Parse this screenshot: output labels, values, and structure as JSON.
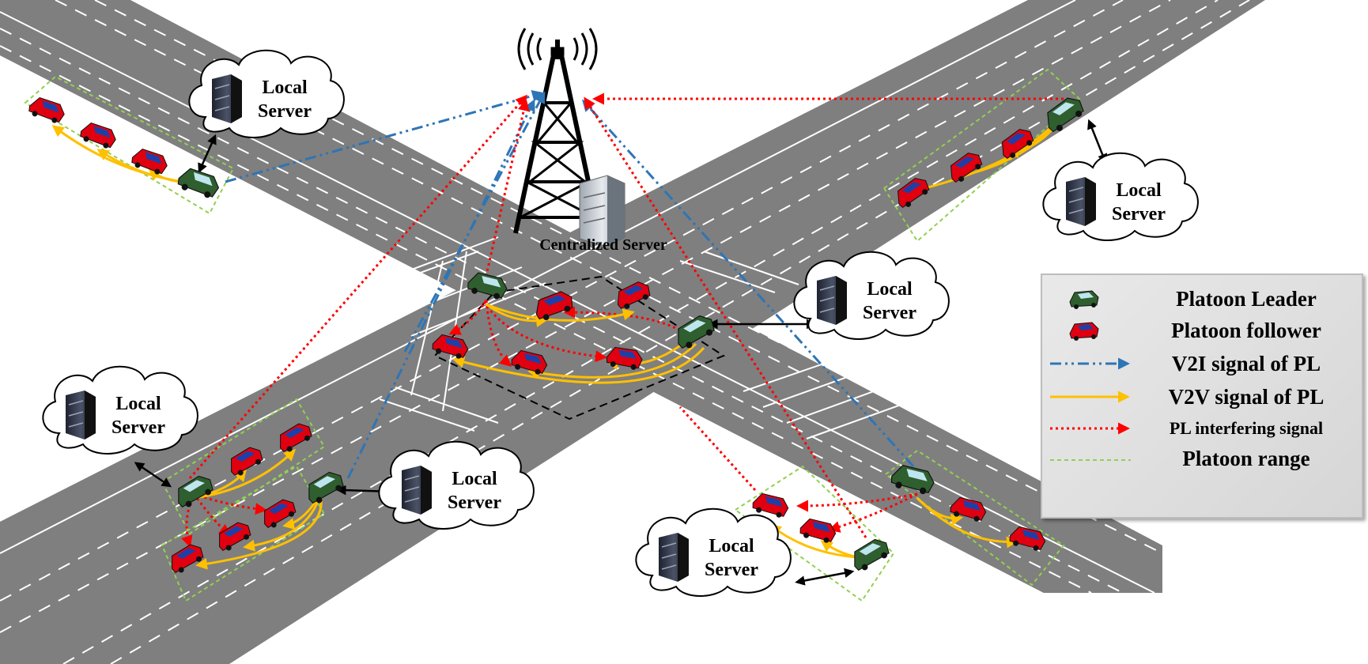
{
  "diagram": {
    "tower": {
      "caption": "Centralized Server"
    },
    "local_server_label": [
      "Local",
      "Server"
    ],
    "legend": {
      "items": [
        {
          "label": "Platoon Leader",
          "symbol": "leader-car-icon"
        },
        {
          "label": "Platoon follower",
          "symbol": "follower-car-icon"
        },
        {
          "label": "V2I signal of PL",
          "symbol": "dash-dot-arrow"
        },
        {
          "label": "V2V signal of PL",
          "symbol": "solid-arrow"
        },
        {
          "label": "PL interfering signal",
          "symbol": "dotted-arrow"
        },
        {
          "label": "Platoon range",
          "symbol": "dotted-line"
        }
      ]
    },
    "colors": {
      "road": "#808080",
      "lane_line": "#ffffff",
      "v2i": "#2e75b6",
      "v2v": "#ffc000",
      "interference": "#ff0000",
      "platoon_range": "#92d050",
      "leader": "#2f5e2f",
      "follower": "#e0000f"
    }
  }
}
